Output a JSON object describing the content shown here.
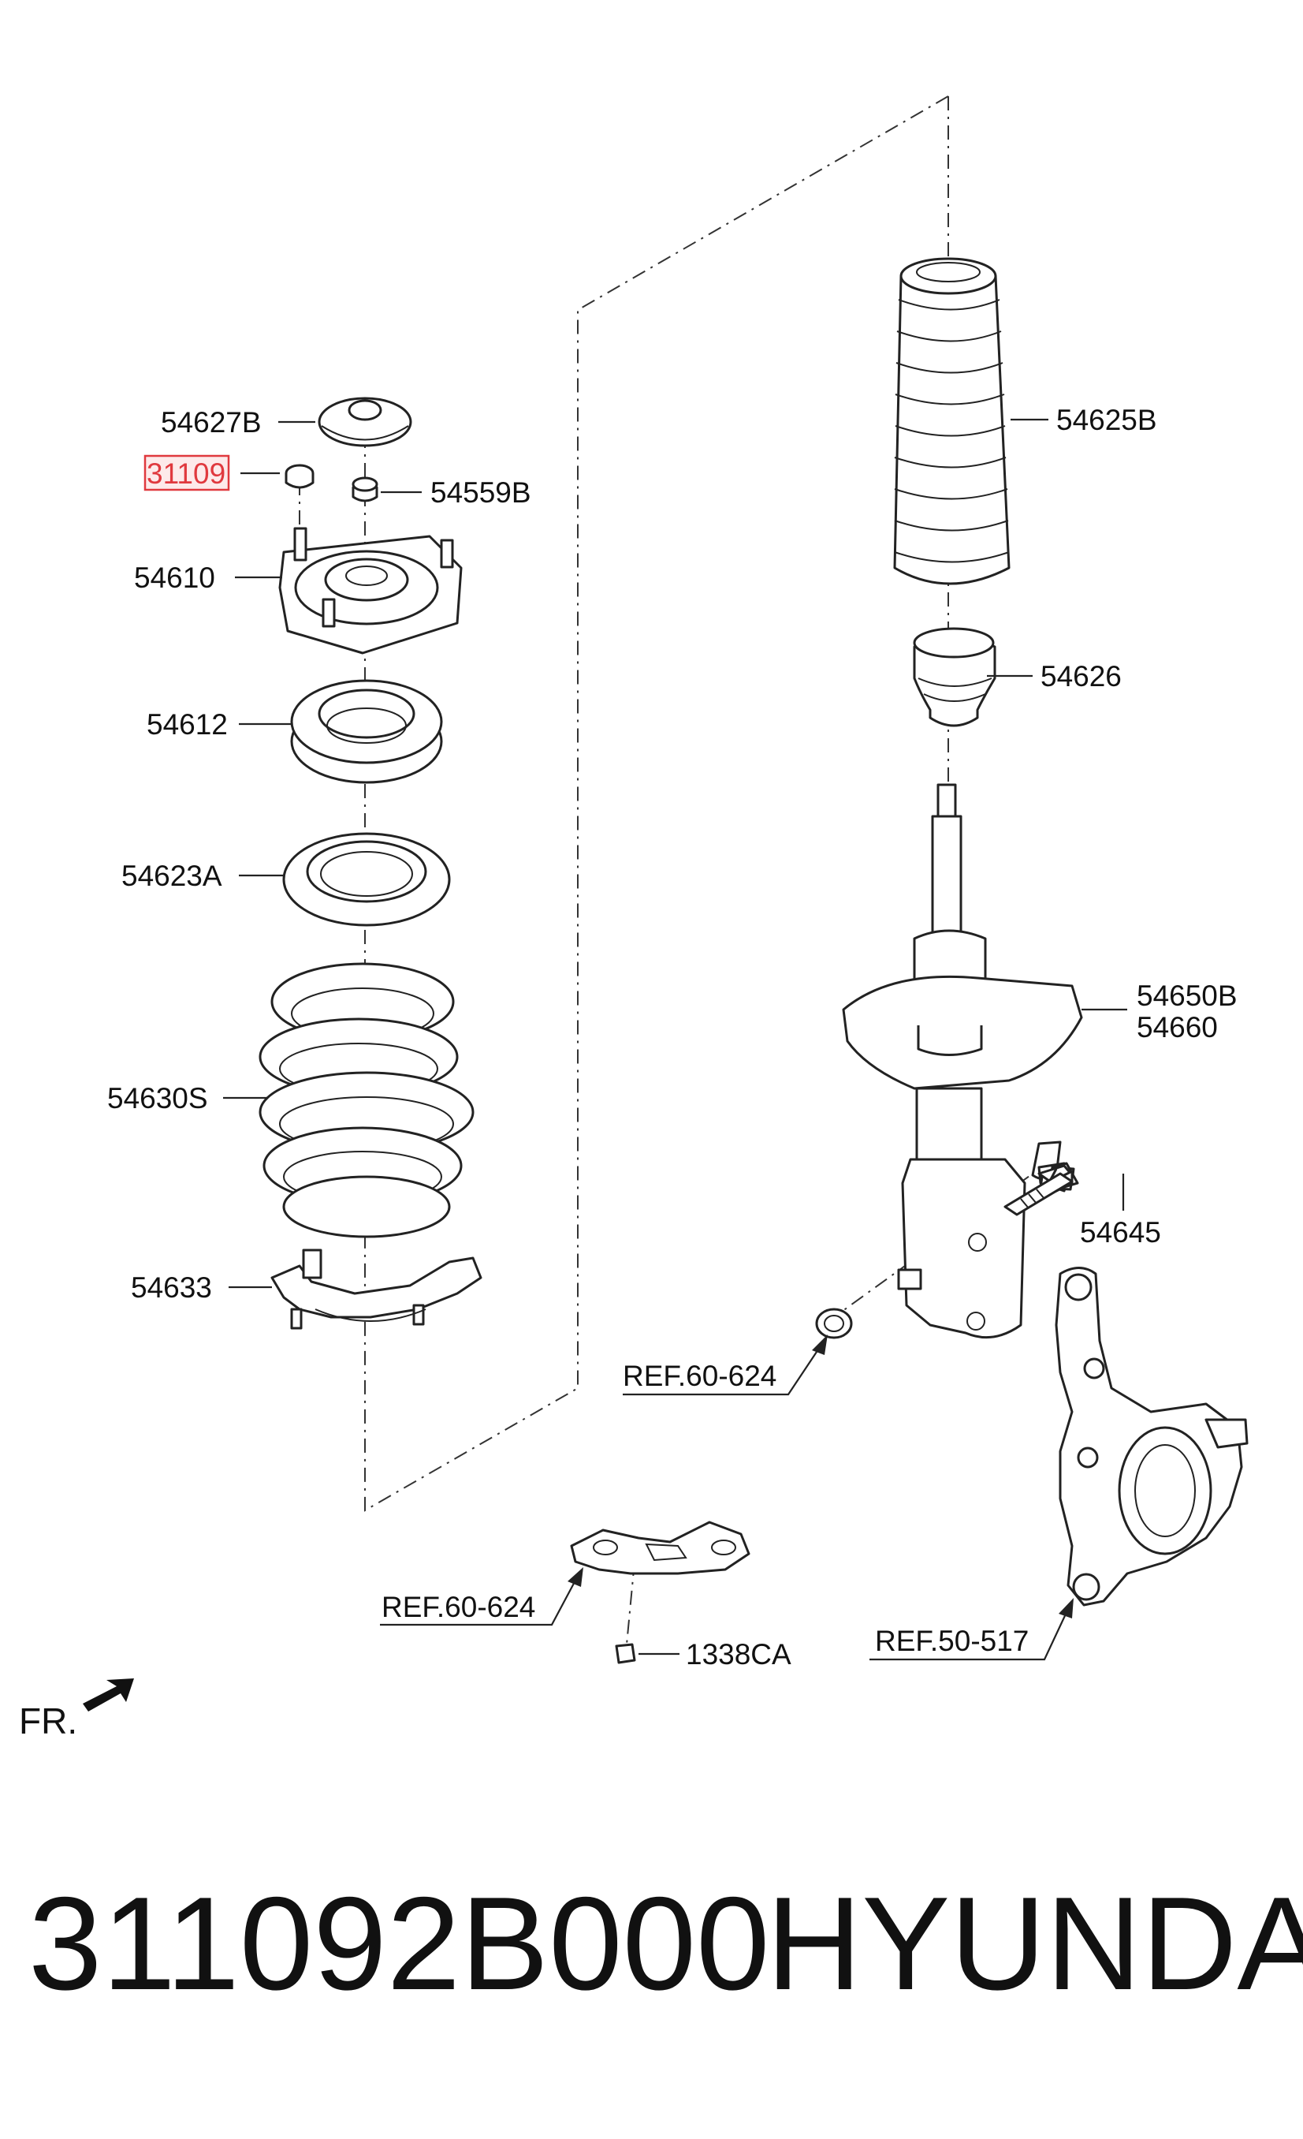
{
  "callouts": [
    {
      "id": "c1",
      "label": "54627B"
    },
    {
      "id": "c2",
      "label": "31109",
      "highlighted": true
    },
    {
      "id": "c3",
      "label": "54559B"
    },
    {
      "id": "c4",
      "label": "54610"
    },
    {
      "id": "c5",
      "label": "54612"
    },
    {
      "id": "c6",
      "label": "54623A"
    },
    {
      "id": "c7",
      "label": "54630S"
    },
    {
      "id": "c8",
      "label": "54633"
    },
    {
      "id": "c9",
      "label": "54625B"
    },
    {
      "id": "c10",
      "label": "54626"
    },
    {
      "id": "c11",
      "label": "54650B"
    },
    {
      "id": "c12",
      "label": "54660"
    },
    {
      "id": "c13",
      "label": "54645"
    },
    {
      "id": "c14",
      "label": "REF.60-624"
    },
    {
      "id": "c15",
      "label": "REF.60-624"
    },
    {
      "id": "c16",
      "label": "1338CA"
    },
    {
      "id": "c17",
      "label": "REF.50-517"
    }
  ],
  "orientation_label": "FR.",
  "footer": {
    "part_number": "311092B000",
    "brand": "HYUNDAI"
  },
  "colors": {
    "highlight_box": "#e0393e",
    "line": "#222222"
  }
}
